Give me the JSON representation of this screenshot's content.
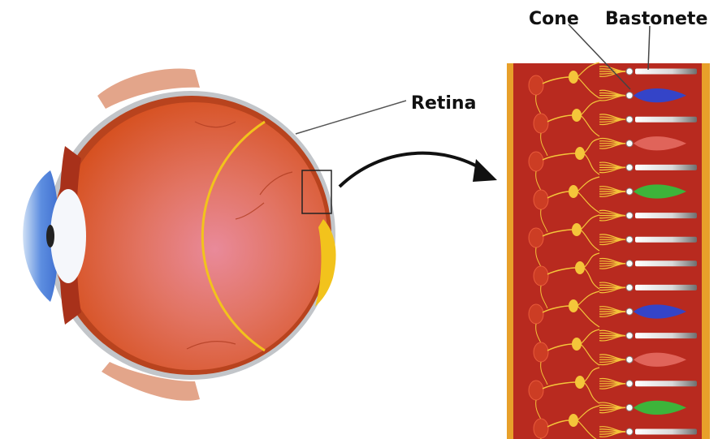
{
  "labels": {
    "cone": "Cone",
    "rod": "Bastonete",
    "retina": "Retina"
  },
  "colors": {
    "eye_body": "#d9582a",
    "eye_center": "#e07a8a",
    "sclera": "#bfc2c6",
    "retina_line": "#f2c31c",
    "cornea": "#4f7fd6",
    "lens": "#f4f6fb",
    "muscle": "#e0a383",
    "tissue_bg": "#b82a1f",
    "tissue_edge": "#e8a02a",
    "neuron": "#f4c53a",
    "rod": "#e6e6e6",
    "cone_blue": "#3444c8",
    "cone_red": "#e0645a",
    "cone_green": "#3db43a",
    "arrow": "#111111"
  },
  "photoreceptors": [
    "rod",
    "cone-blue",
    "rod",
    "cone-red",
    "rod",
    "cone-green",
    "rod",
    "rod",
    "rod",
    "rod",
    "cone-blue",
    "rod",
    "cone-red",
    "rod",
    "cone-green",
    "rod"
  ]
}
